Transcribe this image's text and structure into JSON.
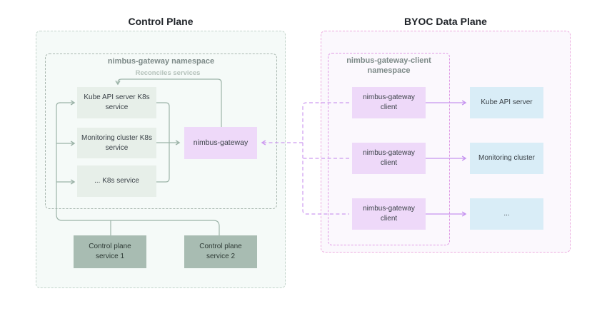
{
  "control_plane": {
    "title": "Control Plane",
    "namespace_label": "nimbus-gateway namespace",
    "reconciles_label": "Reconciles services",
    "k8s_services": [
      {
        "label": "Kube API server K8s service"
      },
      {
        "label": "Monitoring cluster K8s service"
      },
      {
        "label": "... K8s service"
      }
    ],
    "gateway": {
      "label": "nimbus-gateway"
    },
    "services": [
      {
        "label": "Control plane service 1"
      },
      {
        "label": "Control plane service 2"
      }
    ]
  },
  "data_plane": {
    "title": "BYOC Data Plane",
    "namespace_label": "nimbus-gateway-client namespace",
    "clients": [
      {
        "label": "nimbus-gateway client"
      },
      {
        "label": "nimbus-gateway client"
      },
      {
        "label": "nimbus-gateway client"
      }
    ],
    "targets": [
      {
        "label": "Kube API server"
      },
      {
        "label": "Monitoring cluster"
      },
      {
        "label": "..."
      }
    ]
  },
  "palette": {
    "cp_background": "#f5faf8",
    "cp_border": "#c3d4cb",
    "cp_inner_border": "#a8b7af",
    "k8s_service_box": "#e7efe9",
    "gateway_box": "#eed9f9",
    "control_service_box": "#a8bcb2",
    "cp_arrow": "#9cb3a8",
    "dp_background": "#fbf8fd",
    "dp_border": "#ecaade",
    "dp_inner_border": "#e09ae5",
    "client_box": "#eed9f9",
    "target_box": "#d9edf7",
    "dp_arrow": "#c795f0",
    "dashed_link": "#cd9af0",
    "title_text": "#1f2328",
    "node_text": "#3b4248",
    "namespace_text": "#7d8a88",
    "hint_text": "#b5c2bb"
  }
}
